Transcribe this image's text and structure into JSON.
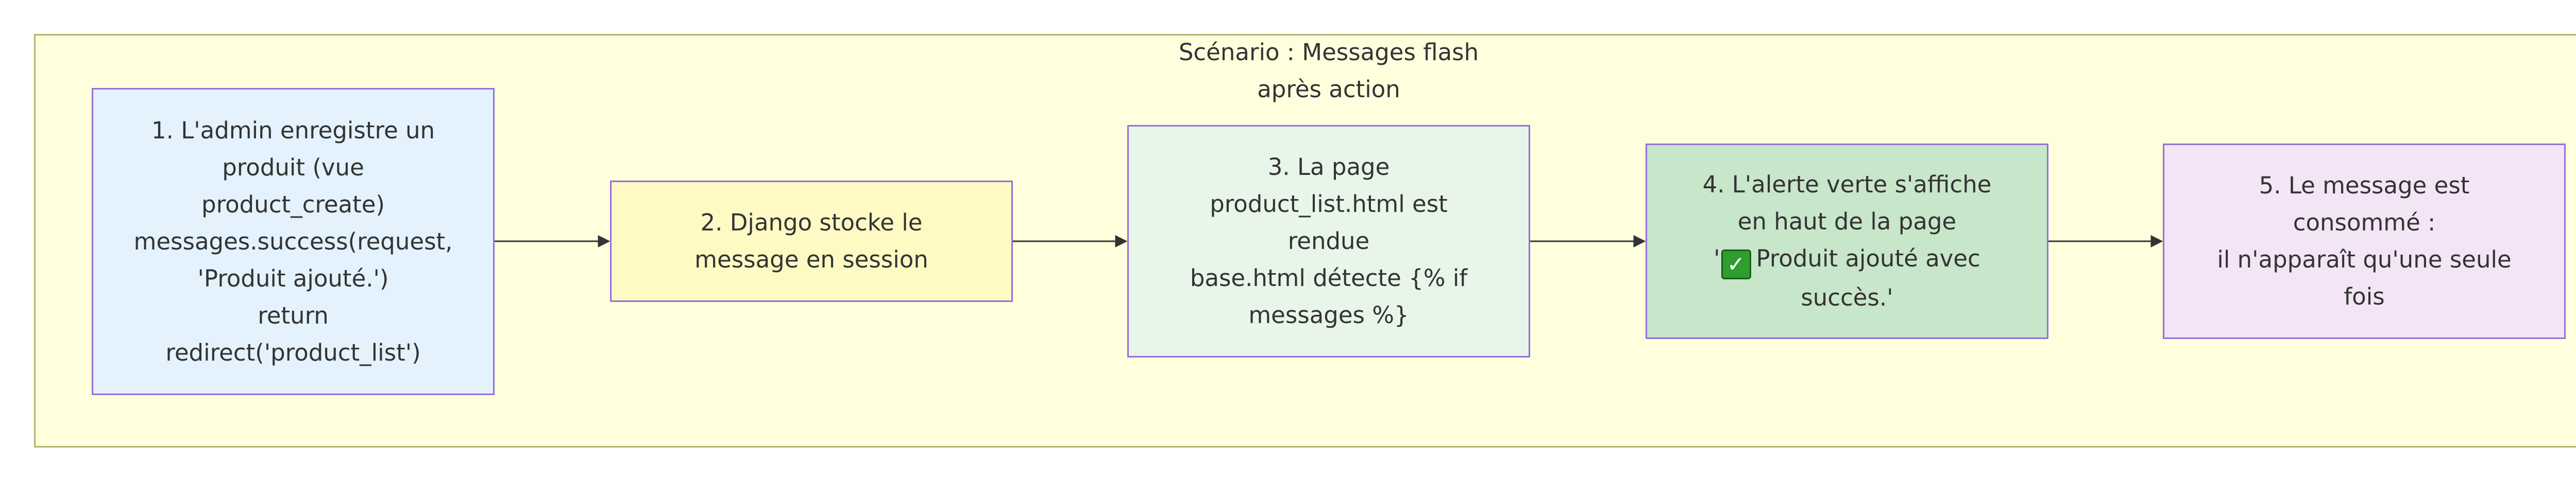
{
  "diagram": {
    "cluster": {
      "title_lines": [
        "Scénario : Messages flash",
        "après action"
      ]
    },
    "nodes": [
      {
        "id": "n1",
        "lines": [
          "1. L'admin enregistre un",
          "produit (vue",
          "product_create)",
          "messages.success(request,",
          "'Produit ajouté.')",
          "return",
          "redirect('product_list')"
        ]
      },
      {
        "id": "n2",
        "lines": [
          "2. Django stocke le",
          "message en session"
        ]
      },
      {
        "id": "n3",
        "lines": [
          "3. La page",
          "product_list.html est",
          "rendue",
          "base.html détecte {% if",
          "messages %}"
        ]
      },
      {
        "id": "n4",
        "lines": [
          "4. L'alerte verte s'affiche",
          "en haut de la page",
          "' Produit ajouté avec",
          "succès.'"
        ],
        "icon": "check-mark-button-icon",
        "icon_glyph": "✓",
        "fill": "#c8e6c9"
      },
      {
        "id": "n5",
        "lines": [
          "5. Le message est",
          "consommé :",
          "il n'apparaît qu'une seule",
          "fois"
        ]
      }
    ],
    "edges": [
      {
        "from": "n1",
        "to": "n2"
      },
      {
        "from": "n2",
        "to": "n3"
      },
      {
        "from": "n3",
        "to": "n4"
      },
      {
        "from": "n4",
        "to": "n5"
      }
    ],
    "colors": {
      "cluster_fill": "#ffffde",
      "cluster_stroke": "#b3b36b",
      "node_stroke": "#9370db",
      "edge": "#333333",
      "n1": "#e3f2fd",
      "n2": "#fff9c4",
      "n3": "#e8f5e9",
      "n4": "#c8e6c9",
      "n5": "#f3e5f5",
      "check_icon": "#2e9e2e"
    }
  }
}
